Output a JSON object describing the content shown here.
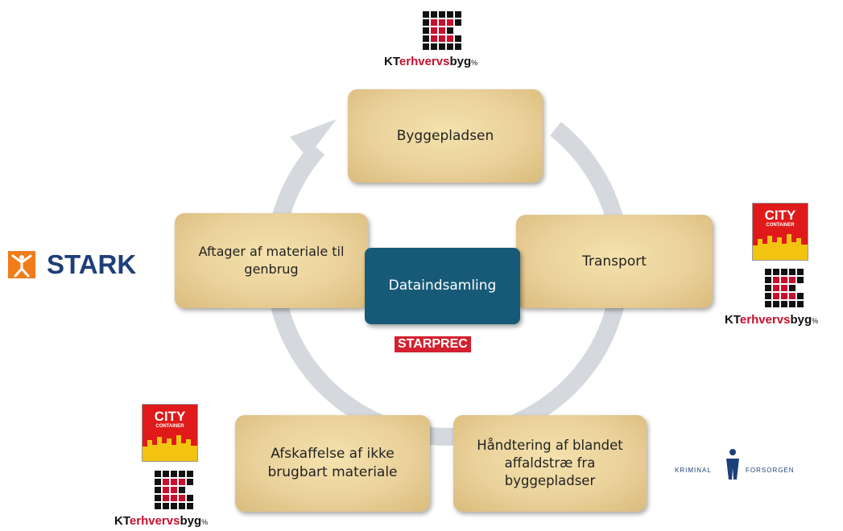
{
  "diagram": {
    "center": "Dataindsamling",
    "nodes": {
      "top": "Byggepladsen",
      "right": "Transport",
      "bottom_right": "Håndtering af blandet affaldstræ fra byggepladser",
      "bottom_left": "Afskaffelse af ikke brugbart materiale",
      "left": "Aftager af materiale til genbrug"
    }
  },
  "logos": {
    "kt": {
      "k": "KT",
      "e": "erhvervs",
      "b": "byg",
      "pct": "%"
    },
    "city": {
      "main": "CITY",
      "sub": "CONTAINER"
    },
    "stark": "STARK",
    "starprec": "STARPREC",
    "kriminal": {
      "left": "KRIMINAL",
      "right": "FORSORGEN"
    }
  },
  "colors": {
    "center_fill": "#175a78",
    "node_fill": "#ead19a",
    "arrow": "#d5d9de",
    "brand_red": "#c8102e",
    "stark_blue": "#1d3f7a",
    "stark_orange": "#f07c1a",
    "city_red": "#e01a1a",
    "city_yellow": "#f2c40f"
  }
}
